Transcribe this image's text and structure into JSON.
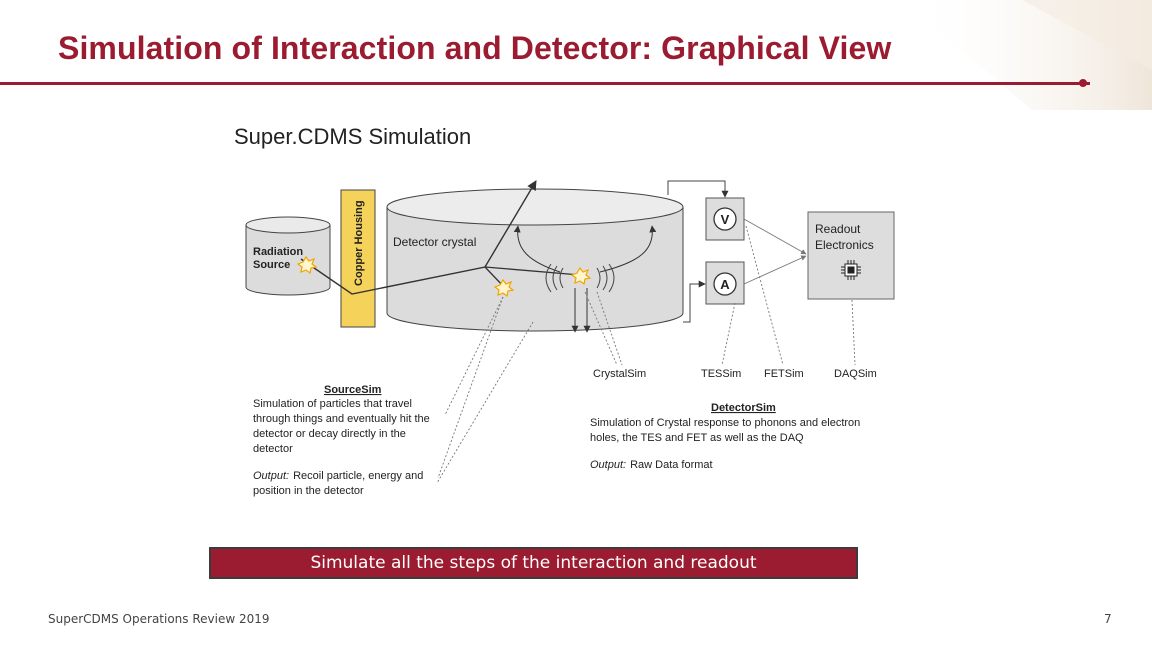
{
  "slide": {
    "title": "Simulation of Interaction and Detector: Graphical View",
    "banner": "Simulate all the steps of the interaction and readout",
    "footer": "SuperCDMS Operations Review 2019",
    "page_number": "7"
  },
  "diagram": {
    "heading": "Super.CDMS Simulation",
    "labels": {
      "radiation_source_1": "Radiation",
      "radiation_source_2": "Source",
      "copper_housing": "Copper Housing",
      "detector_crystal": "Detector crystal",
      "readout_1": "Readout",
      "readout_2": "Electronics",
      "voltmeter_symbol": "V",
      "ammeter_symbol": "A"
    },
    "modules": {
      "crystal_sim": "CrystalSim",
      "tes_sim": "TESSim",
      "fet_sim": "FETSim",
      "daq_sim": "DAQSim"
    },
    "source_sim": {
      "title": "SourceSim",
      "lines": [
        "Simulation of particles that travel",
        "through things and eventually hit the",
        "detector or decay directly in the",
        "detector"
      ],
      "output_label": "Output:",
      "output_lines": [
        "Recoil particle, energy and",
        "position in the detector"
      ]
    },
    "detector_sim": {
      "title": "DetectorSim",
      "lines": [
        "Simulation of Crystal response to phonons and electron",
        "holes, the TES and FET as well as the DAQ"
      ],
      "output_label": "Output:",
      "output_text": "Raw Data format"
    }
  },
  "colors": {
    "accent": "#9b1b30",
    "housing": "#f5d35a",
    "crystal": "#dcdcdc",
    "readout_box": "#dddddd",
    "spark": "#f0a500"
  }
}
